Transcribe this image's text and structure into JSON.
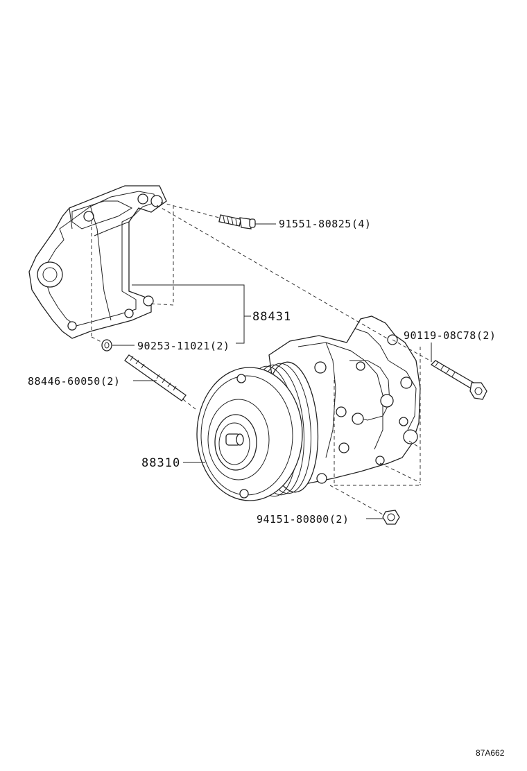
{
  "diagram": {
    "parts": [
      {
        "id": "bolt_top",
        "label": "91551-80825(4)"
      },
      {
        "id": "bracket",
        "label": "88431"
      },
      {
        "id": "bolt_right",
        "label": "90119-08C78(2)"
      },
      {
        "id": "washer",
        "label": "90253-11021(2)"
      },
      {
        "id": "stud",
        "label": "88446-60050(2)"
      },
      {
        "id": "compressor",
        "label": "88310"
      },
      {
        "id": "nut",
        "label": "94151-80800(2)"
      }
    ],
    "reference_code": "87A662"
  }
}
